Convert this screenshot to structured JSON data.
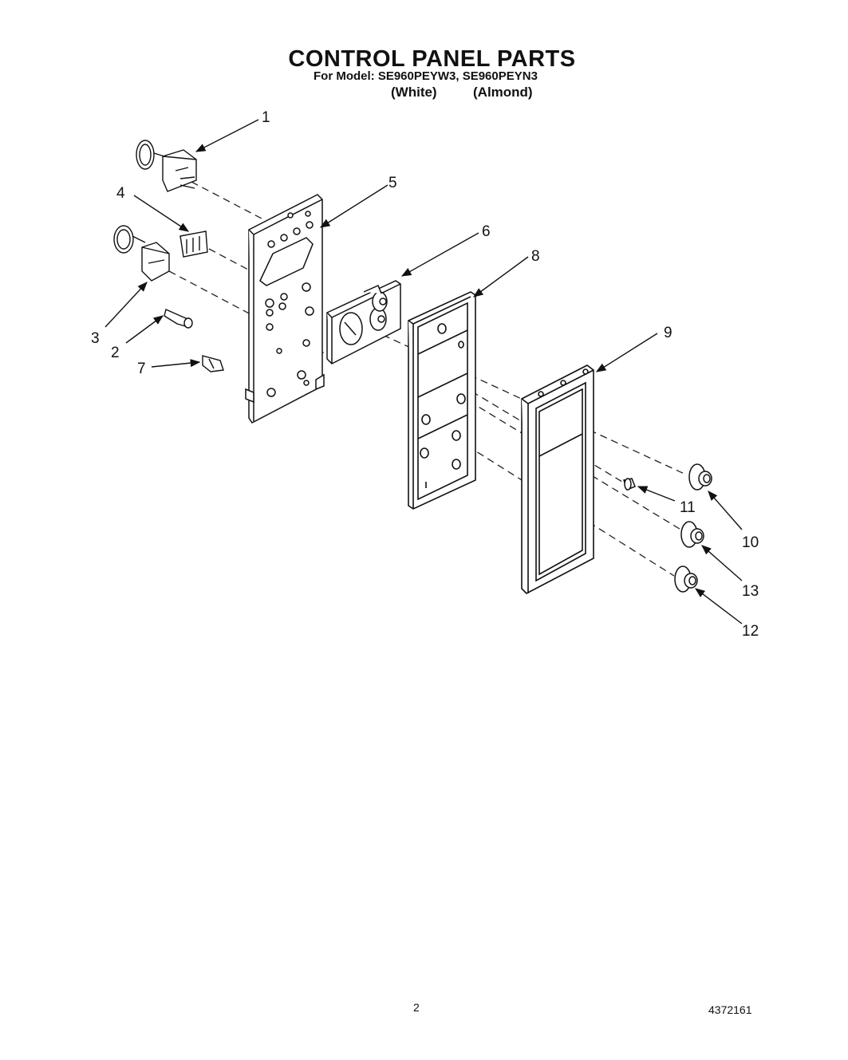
{
  "header": {
    "title": "CONTROL PANEL PARTS",
    "model_line": "For Model: SE960PEYW3, SE960PEYN3",
    "color_white": "(White)",
    "color_almond": "(Almond)"
  },
  "callouts": [
    "1",
    "2",
    "3",
    "4",
    "5",
    "6",
    "7",
    "8",
    "9",
    "10",
    "11",
    "12",
    "13"
  ],
  "footer": {
    "page_number": "2",
    "doc_number": "4372161"
  }
}
